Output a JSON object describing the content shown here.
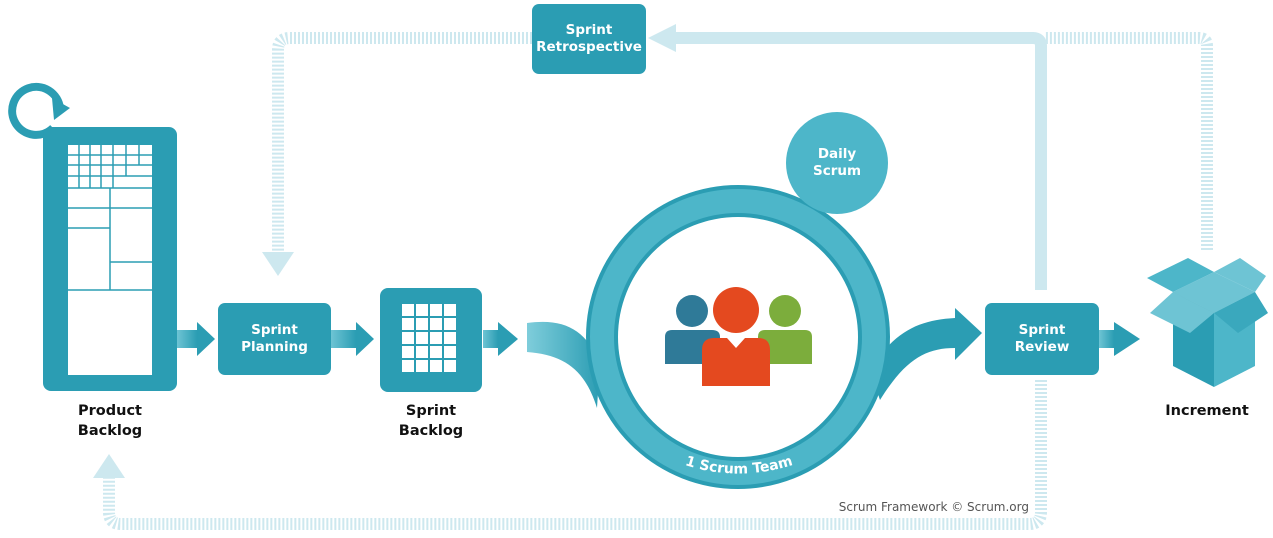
{
  "labels": {
    "sprint_retrospective": "Sprint\nRetrospective",
    "daily_scrum": "Daily\nScrum",
    "sprint_planning": "Sprint\nPlanning",
    "sprint_review": "Sprint\nReview",
    "product_backlog": "Product\nBacklog",
    "sprint_backlog": "Sprint\nBacklog",
    "increment": "Increment",
    "scrum_team": "1 Scrum Team",
    "copyright": "Scrum Framework © Scrum.org"
  },
  "colors": {
    "primary": "#2b9db3",
    "secondary": "#4db6c9",
    "light_path": "#cde8ef",
    "person_center": "#e4491f",
    "person_left": "#2f7a98",
    "person_right": "#7cad3c"
  }
}
